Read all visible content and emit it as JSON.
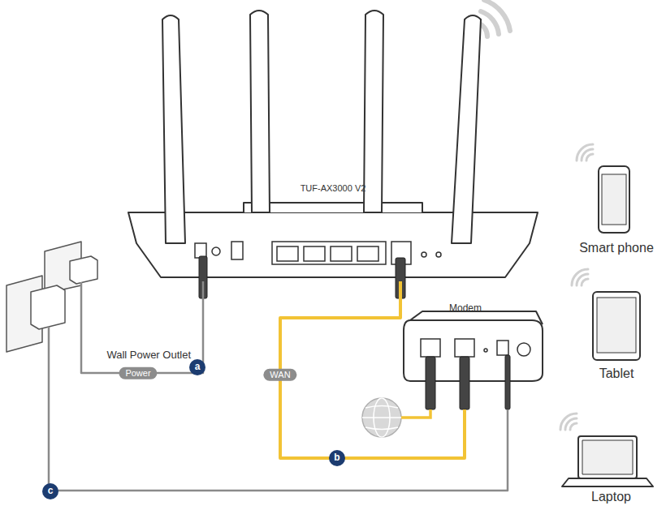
{
  "diagram": {
    "nodes": [
      {
        "text": [
          "TUF-AX3000 V2"
        ]
      },
      {
        "text": [
          "Smart phone"
        ]
      },
      {
        "text": [
          "Modem"
        ]
      },
      {
        "text": [
          "Tablet"
        ]
      },
      {
        "text": [
          "Wall Power Outlet"
        ]
      },
      {
        "text": [
          "Laptop"
        ]
      }
    ],
    "edges": [
      {
        "from": 4,
        "to": 0,
        "label": "Power",
        "arrow": "none"
      },
      {
        "from": 0,
        "to": 2,
        "label": "WAN",
        "arrow": "none"
      },
      {
        "from": 4,
        "to": 2,
        "arrow": "none"
      }
    ],
    "labels": [
      "a",
      "b",
      "c"
    ]
  }
}
